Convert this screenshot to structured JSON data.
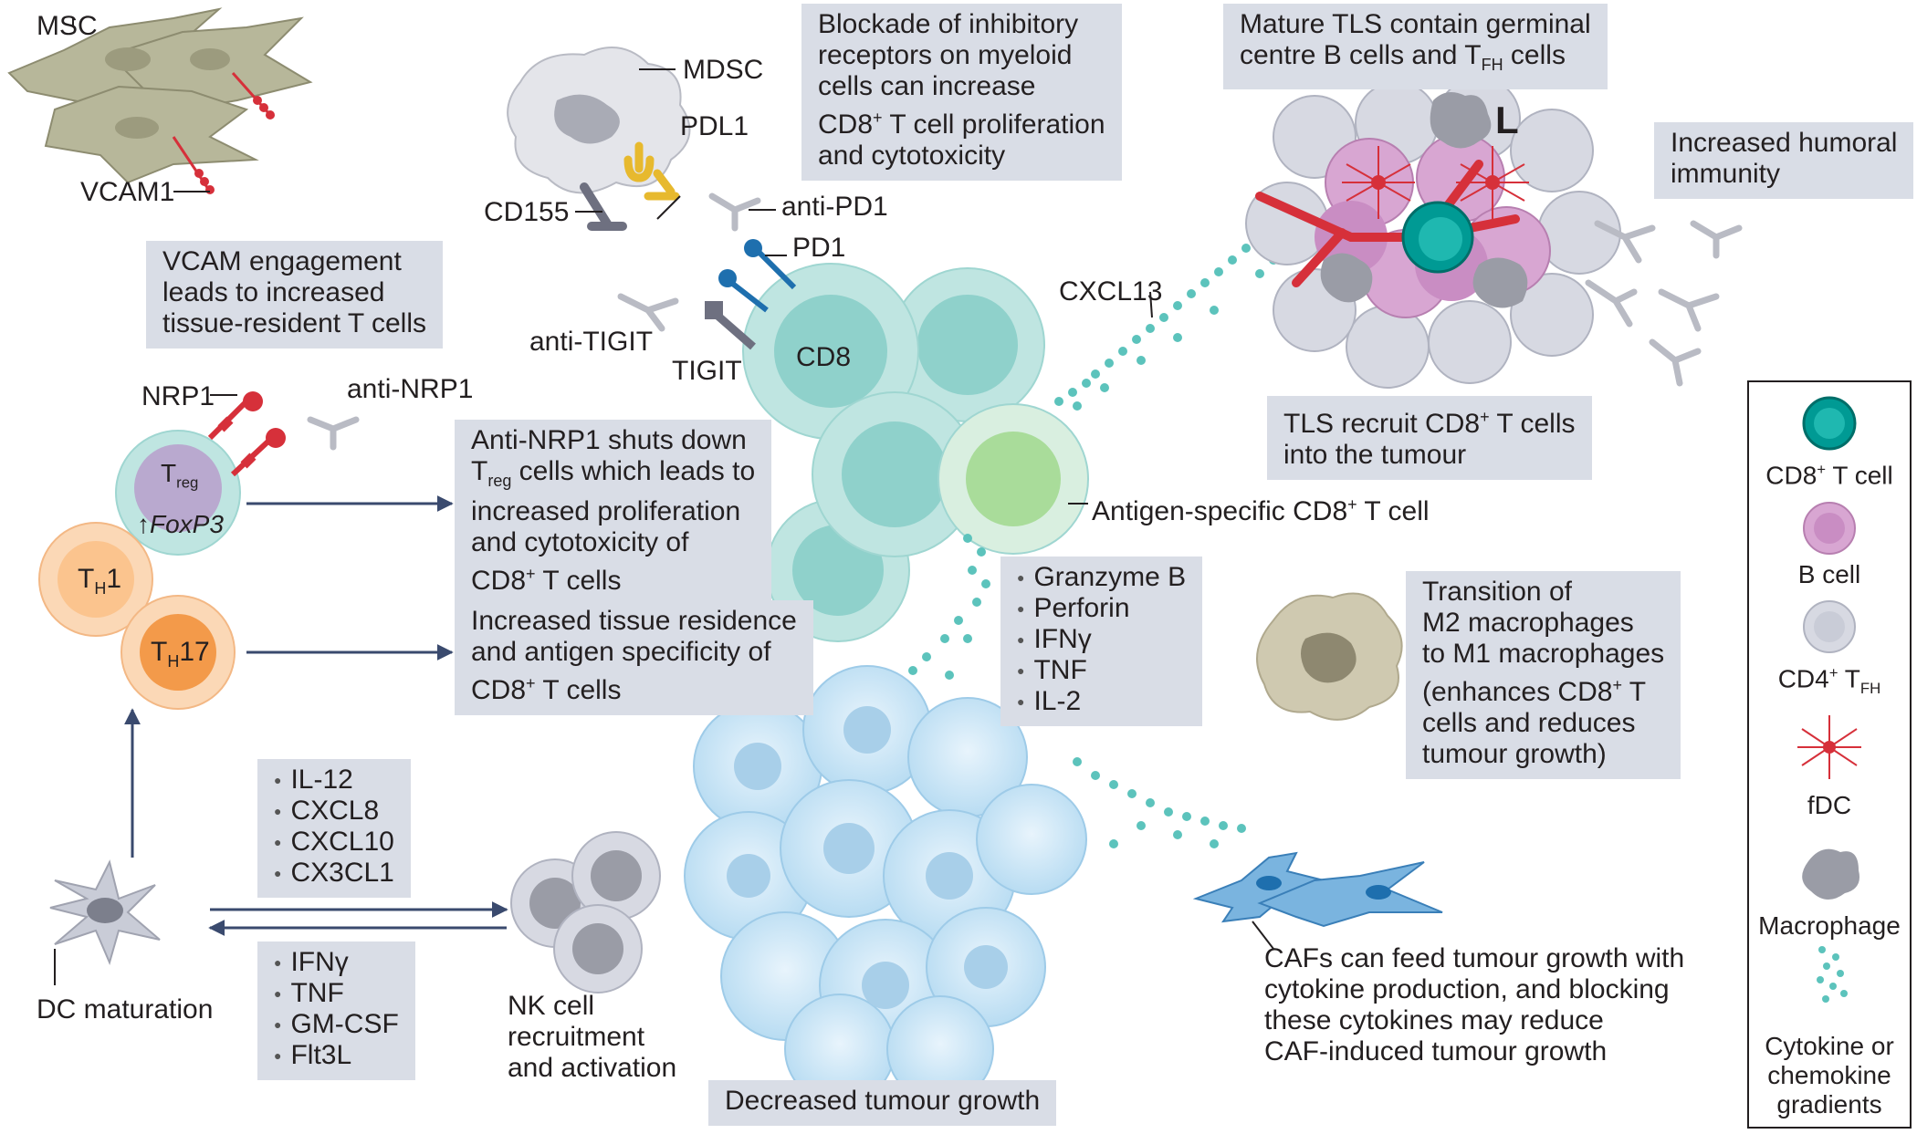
{
  "labels": {
    "msc": "MSC",
    "vcam1": "VCAM1",
    "mdsc": "MDSC",
    "pdl1": "PDL1",
    "cd155": "CD155",
    "anti_pd1": "anti-PD1",
    "pd1": "PD1",
    "anti_tigit": "anti-TIGIT",
    "tigit": "TIGIT",
    "cd8": "CD8",
    "cxcl13": "CXCL13",
    "antigen_specific": "Antigen-specific CD8+ T cell",
    "nrp1": "NRP1",
    "anti_nrp1": "anti-NRP1",
    "treg": "Treg",
    "foxp3": "↑FoxP3",
    "th1": "TH1",
    "th17": "TH17",
    "dc_maturation": "DC maturation",
    "nk_cell": [
      "NK cell",
      "recruitment",
      "and activation"
    ],
    "lymphoid_l": "L"
  },
  "boxes": {
    "vcam": [
      "VCAM engagement",
      "leads to increased",
      "tissue-resident T cells"
    ],
    "blockade": [
      "Blockade of inhibitory",
      "receptors on myeloid",
      "cells can increase",
      "CD8+ T cell proliferation",
      "and cytotoxicity"
    ],
    "mature_tls": [
      "Mature TLS contain germinal",
      "centre B cells and TFH cells"
    ],
    "humoral": [
      "Increased humoral",
      "immunity"
    ],
    "tls_recruit": [
      "TLS recruit CD8+ T cells",
      "into the tumour"
    ],
    "anti_nrp1": [
      "Anti-NRP1 shuts down",
      "Treg cells which leads to",
      "increased proliferation",
      "and cytotoxicity of",
      "CD8+ T cells"
    ],
    "tissue_residence": [
      "Increased tissue residence",
      "and antigen specificity of",
      "CD8+ T cells"
    ],
    "cytotoxic_factors": [
      "Granzyme B",
      "Perforin",
      "IFNγ",
      "TNF",
      "IL-2"
    ],
    "m2_m1": [
      "Transition of",
      "M2 macrophages",
      "to M1 macrophages",
      "(enhances CD8+ T",
      "cells and reduces",
      "tumour growth)"
    ],
    "dc_cytokines": [
      "IL-12",
      "CXCL8",
      "CXCL10",
      "CX3CL1"
    ],
    "nk_cytokines": [
      "IFNγ",
      "TNF",
      "GM-CSF",
      "Flt3L"
    ],
    "decreased_growth": [
      "Decreased tumour growth"
    ],
    "cafs": [
      "CAFs can feed tumour growth with",
      "cytokine production, and blocking",
      "these cytokines may reduce",
      "CAF-induced tumour growth"
    ]
  },
  "legend": {
    "items": [
      "CD8+ T cell",
      "B cell",
      "CD4+ TFH",
      "fDC",
      "Macrophage",
      "Cytokine or chemokine gradients"
    ]
  },
  "colors": {
    "cd8_teal": "#009a94",
    "cd8_light": "#bfe5e1",
    "b_cell": "#c98dc3",
    "cd4": "#c9ccd7",
    "fdc_red": "#d6303a",
    "macrophage": "#9a9ca6",
    "dots": "#5cc3bc",
    "box_bg": "#d9dde6",
    "arrow": "#3a4a6e",
    "th_orange": "#f39a4a",
    "caf_blue": "#5aa2d8",
    "tumour": "#cfe6f6"
  }
}
